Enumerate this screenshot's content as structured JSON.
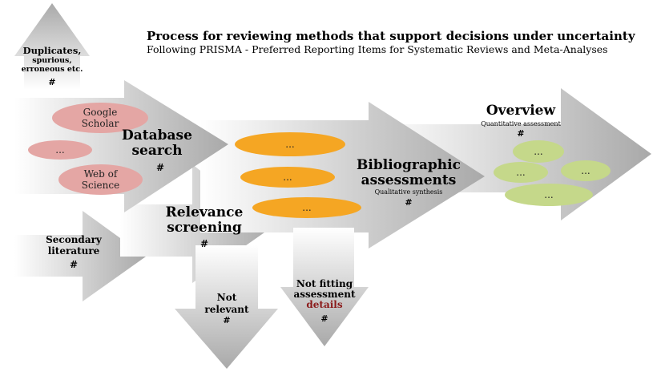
{
  "title": "Process for reviewing methods that support decisions under uncertainty",
  "subtitle": "Following PRISMA - Preferred Reporting Items for Systematic Reviews and Meta-Analyses",
  "duplicates": {
    "label": "Duplicates,",
    "sub1": "spurious,",
    "sub2": "erroneous etc.",
    "count": "#"
  },
  "database_search": {
    "line1": "Database",
    "line2": "search",
    "count": "#",
    "sources": [
      "Google Scholar",
      "...",
      "Web of Science"
    ]
  },
  "secondary": {
    "line1": "Secondary",
    "line2": "literature",
    "count": "#"
  },
  "relevance": {
    "line1": "Relevance",
    "line2": "screening",
    "count": "#"
  },
  "not_relevant": {
    "line1": "Not",
    "line2": "relevant",
    "count": "#"
  },
  "biblio": {
    "line1": "Bibliographic",
    "line2": "assessments",
    "sub": "Qualitative synthesis",
    "count": "#",
    "items": [
      "...",
      "...",
      "..."
    ]
  },
  "not_fitting": {
    "line1": "Not fitting",
    "line2": "assessment",
    "link": "details",
    "count": "#"
  },
  "overview": {
    "label": "Overview",
    "sub": "Quantitative assessment",
    "count": "#",
    "items": [
      "...",
      "...",
      "...",
      "..."
    ]
  },
  "colors": {
    "pink": "#e4a6a4",
    "orange": "#f5a623",
    "green": "#c5d88a",
    "link": "#8b1a1a"
  }
}
